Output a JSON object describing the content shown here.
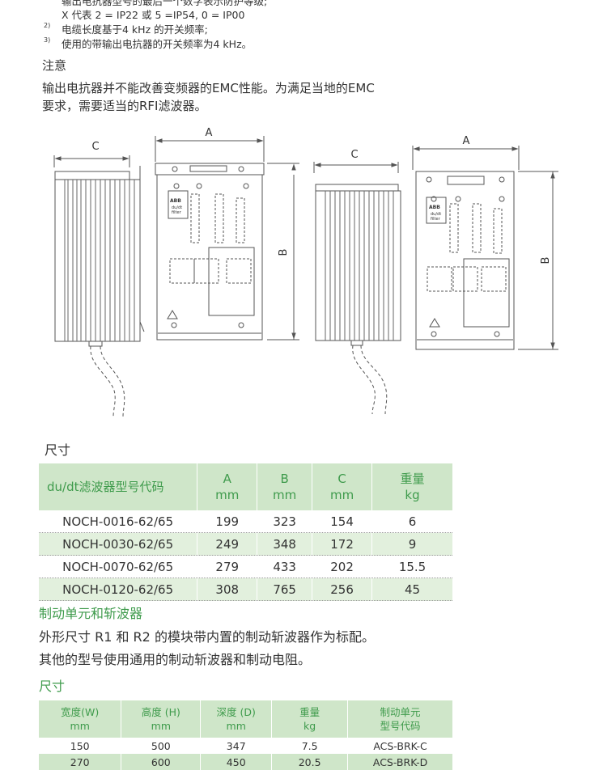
{
  "notes": {
    "line0": "输出电抗器型号的最后一个数字表示防护等级;",
    "line1": "X 代表 2 = IP22 或 5 =IP54, 0 = IP00",
    "fn2_mark": "2)",
    "fn2": "电缆长度基于4 kHz 的开关频率;",
    "fn3_mark": "3)",
    "fn3": "使用的带输出电抗器的开关频率为4 kHz。"
  },
  "notice": {
    "heading": "注意",
    "line1": "输出电抗器并不能改善变频器的EMC性能。为满足当地的EMC",
    "line2": "要求，需要适当的RFI滤波器。"
  },
  "drawing": {
    "label_a": "A",
    "label_b": "B",
    "label_c": "C",
    "brand": "ABB",
    "product_line1": "du/dt",
    "product_line2": "filter"
  },
  "section1": {
    "title": "尺寸",
    "headers": {
      "model": "du/dt滤波器型号代码",
      "a": "A",
      "a_unit": "mm",
      "b": "B",
      "b_unit": "mm",
      "c": "C",
      "c_unit": "mm",
      "weight": "重量",
      "weight_unit": "kg"
    },
    "rows": [
      {
        "model": "NOCH-0016-62/65",
        "a": "199",
        "b": "323",
        "c": "154",
        "w": "6"
      },
      {
        "model": "NOCH-0030-62/65",
        "a": "249",
        "b": "348",
        "c": "172",
        "w": "9"
      },
      {
        "model": "NOCH-0070-62/65",
        "a": "279",
        "b": "433",
        "c": "202",
        "w": "15.5"
      },
      {
        "model": "NOCH-0120-62/65",
        "a": "308",
        "b": "765",
        "c": "256",
        "w": "45"
      }
    ]
  },
  "brake": {
    "heading": "制动单元和斩波器",
    "line1": "外形尺寸 R1 和 R2 的模块带内置的制动斩波器作为标配。",
    "line2": "其他的型号使用通用的制动斩波器和制动电阻。",
    "title": "尺寸",
    "headers": {
      "w": "宽度(W)",
      "w_unit": "mm",
      "h": "高度 (H)",
      "h_unit": "mm",
      "d": "深度 (D)",
      "d_unit": "mm",
      "kg": "重量",
      "kg_unit": "kg",
      "code": "制动单元",
      "code2": "型号代码"
    },
    "rows": [
      {
        "w": "150",
        "h": "500",
        "d": "347",
        "kg": "7.5",
        "code": "ACS-BRK-C"
      },
      {
        "w": "270",
        "h": "600",
        "d": "450",
        "kg": "20.5",
        "code": "ACS-BRK-D"
      }
    ]
  },
  "colors": {
    "accent": "#3f9b4c",
    "table_header": "#cfe6c9",
    "row_alt": "#e2f0dd"
  }
}
